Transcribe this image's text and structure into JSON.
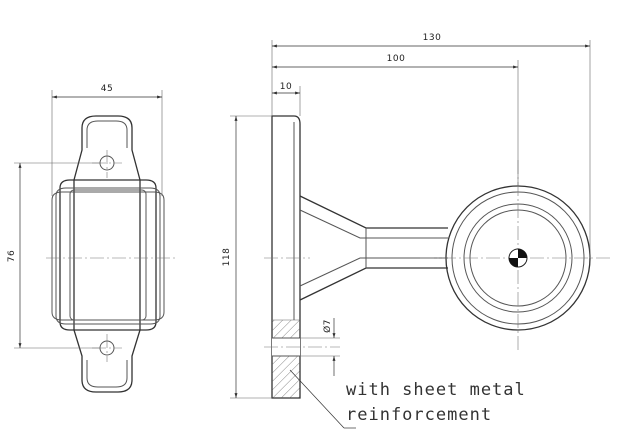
{
  "dimensions": {
    "front_width": "45",
    "front_height": "76",
    "side_total_length": "130",
    "side_center_length": "100",
    "base_thickness": "10",
    "side_height": "118",
    "bolt_hole": "Ø7"
  },
  "note": {
    "line1": "with sheet metal",
    "line2": "reinforcement"
  }
}
